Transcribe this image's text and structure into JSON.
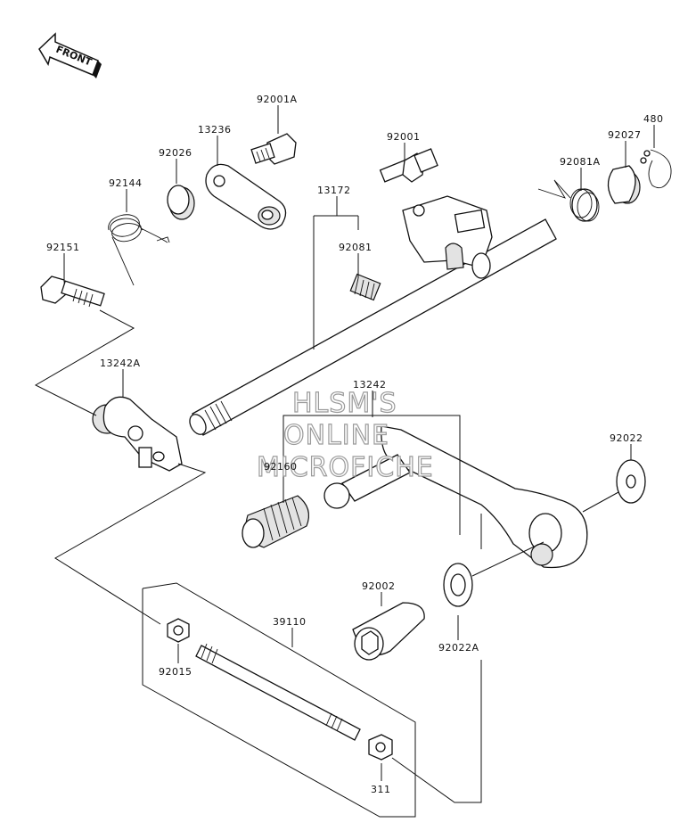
{
  "front_indicator": {
    "label": "FRONT"
  },
  "watermark": {
    "line1": "HLSM'S",
    "line2": "ONLINE",
    "line3": "MICROFICHE"
  },
  "parts": {
    "p92001A": "92001A",
    "p13236": "13236",
    "p92026": "92026",
    "p92144": "92144",
    "p92151": "92151",
    "p13242A": "13242A",
    "p92001": "92001",
    "p13172": "13172",
    "p92081": "92081",
    "p92081A": "92081A",
    "p92027": "92027",
    "p480": "480",
    "p13242": "13242",
    "p92160": "92160",
    "p92022": "92022",
    "p92002": "92002",
    "p92022A": "92022A",
    "p39110": "39110",
    "p92015": "92015",
    "p311": "311"
  }
}
